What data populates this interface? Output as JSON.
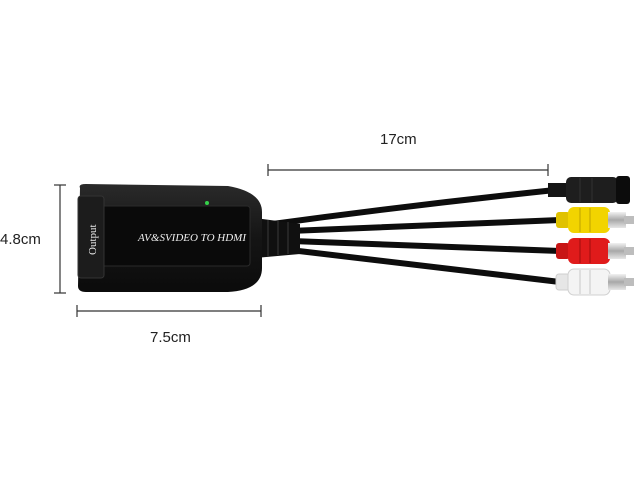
{
  "dimensions": {
    "cable_length": "17cm",
    "height": "4.8cm",
    "width": "7.5cm"
  },
  "device": {
    "label": "AV&SVIDEO TO HDMI",
    "port_label": "Output"
  },
  "connectors": [
    {
      "name": "svideo",
      "color": "#1e1e1e"
    },
    {
      "name": "yellow",
      "color": "#f2d400"
    },
    {
      "name": "red",
      "color": "#e01b1b"
    },
    {
      "name": "white",
      "color": "#f4f4f4"
    }
  ],
  "colors": {
    "body": "#121212",
    "dimension_line": "#333333",
    "led": "#35d14a"
  }
}
